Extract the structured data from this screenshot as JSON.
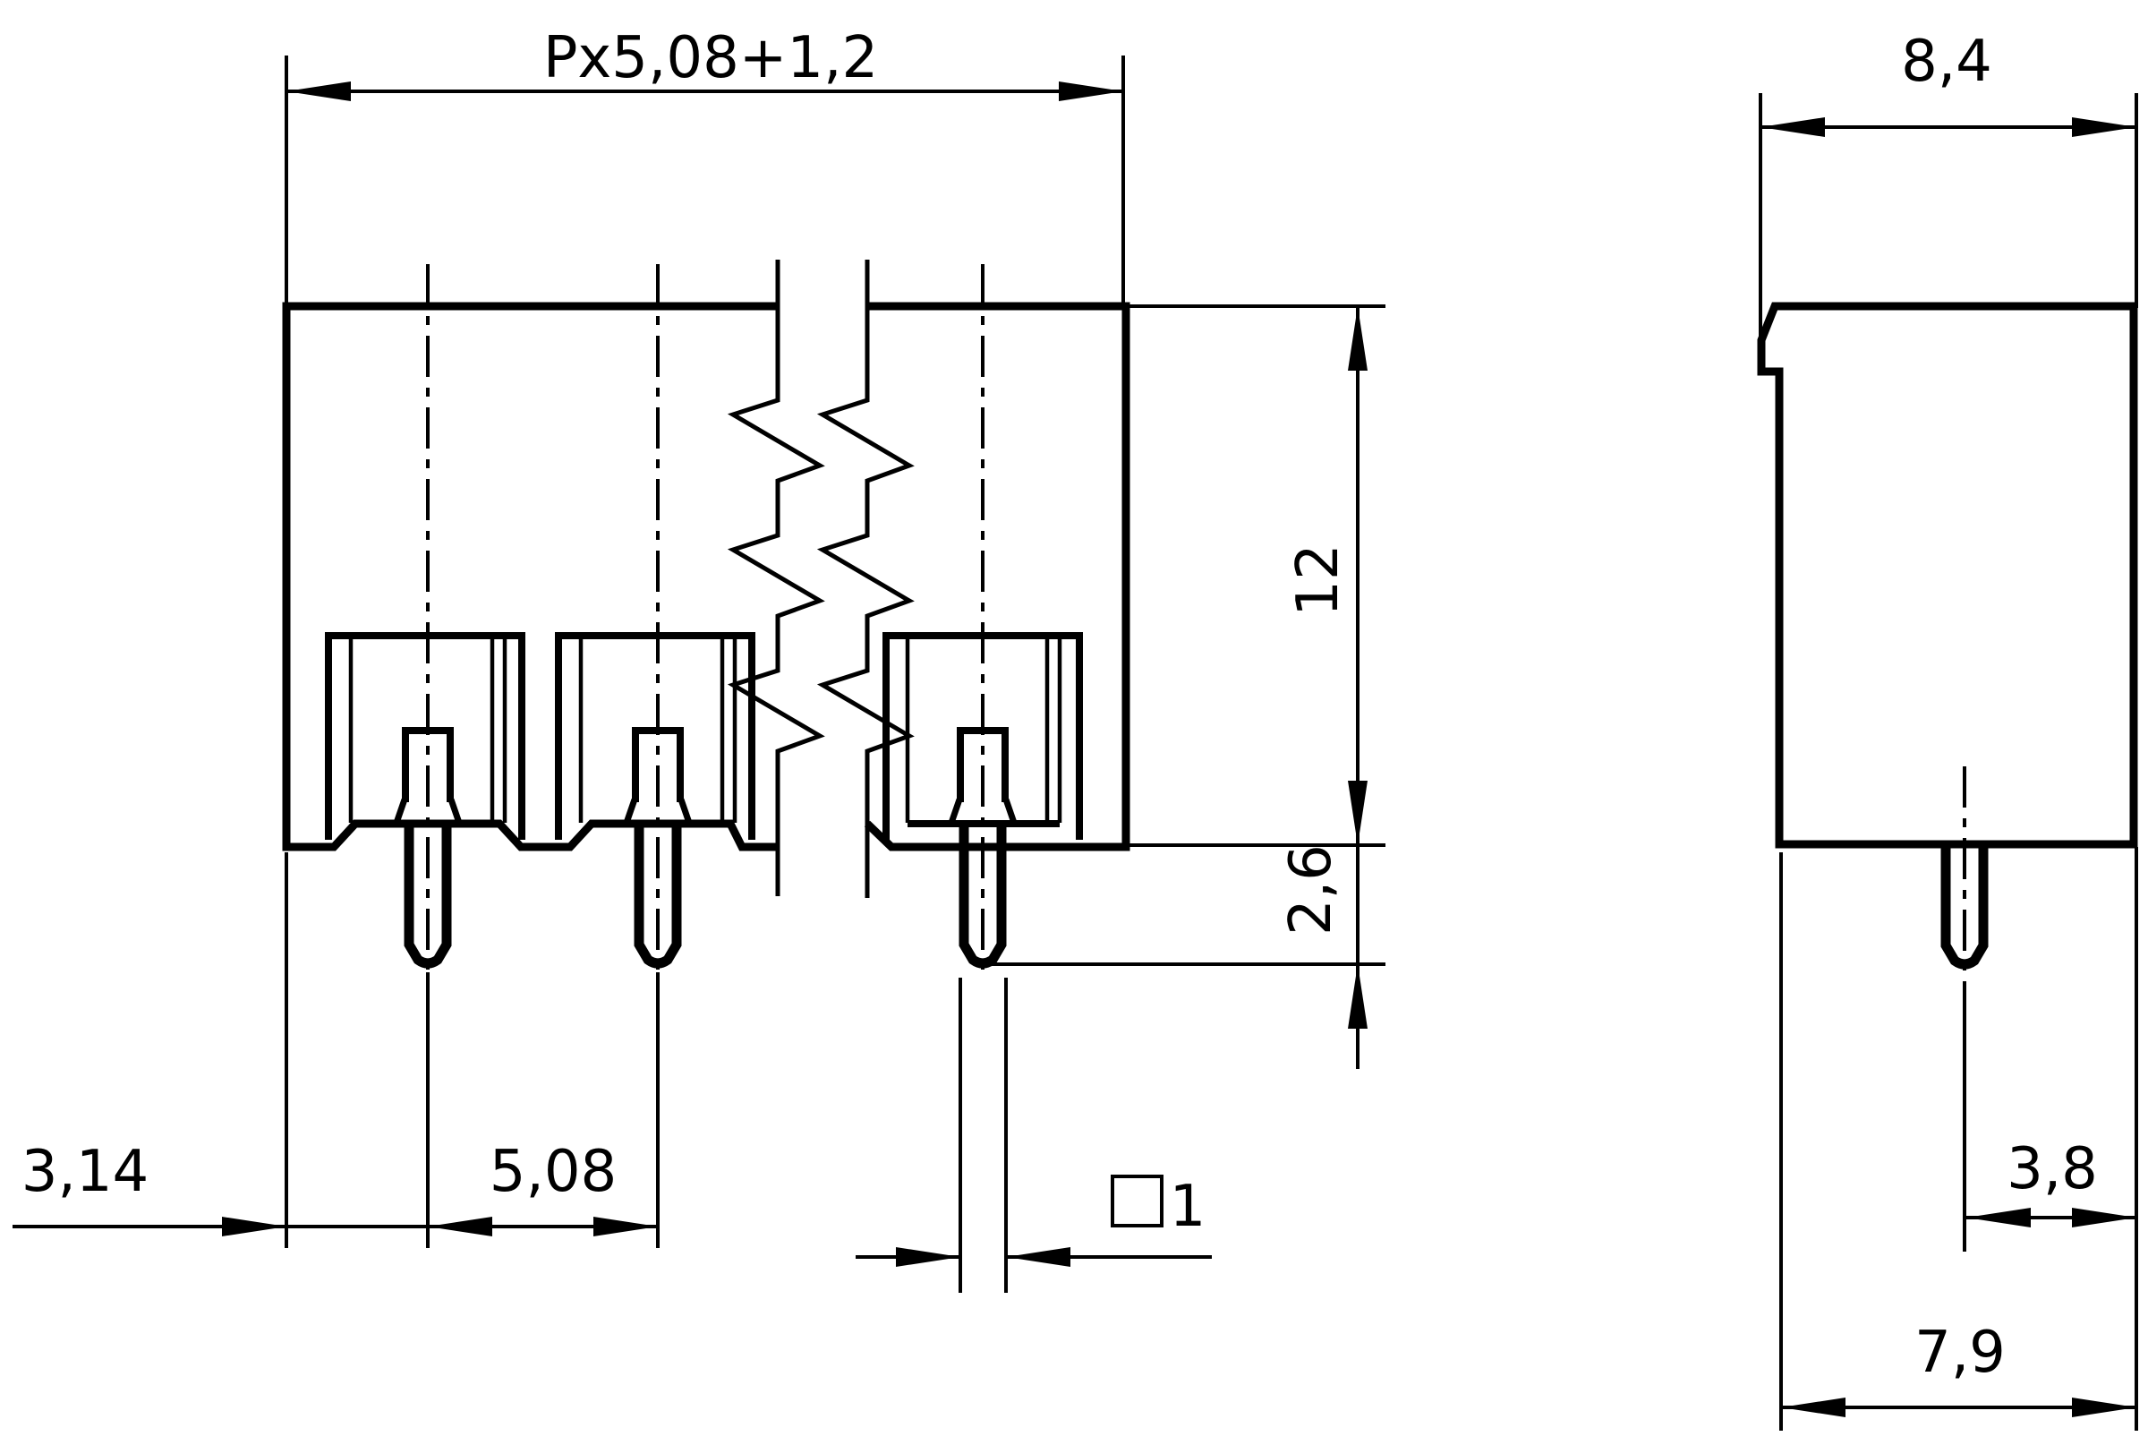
{
  "drawing": {
    "kind": "technical-dimension-drawing",
    "line_color": "#000000",
    "background_color": "#ffffff",
    "front_view": {
      "labels": {
        "total_width": "Px5,08+1,2",
        "edge_to_first_pin": "3,14",
        "pin_pitch": "5,08",
        "pin_cross_section": "1",
        "body_height": "12",
        "pin_protrusion": "2,6"
      }
    },
    "side_view": {
      "labels": {
        "overall_depth": "8,4",
        "pin_center_to_back": "3,8",
        "base_depth": "7,9"
      }
    }
  }
}
